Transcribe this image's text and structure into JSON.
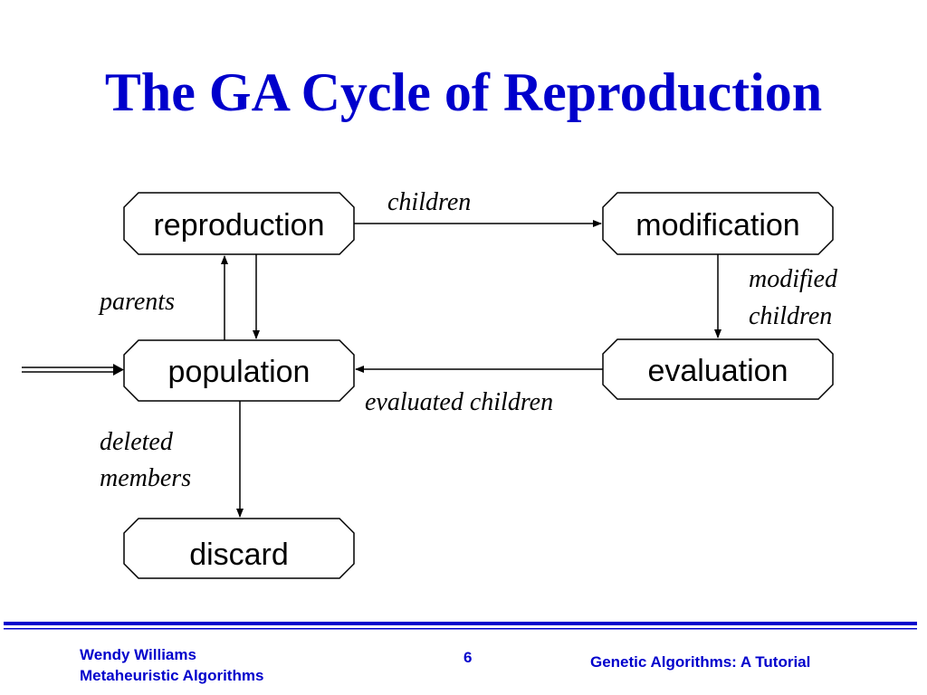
{
  "slide": {
    "title": "The GA Cycle of Reproduction",
    "accent_color": "#0000cc",
    "line_color": "#000000"
  },
  "nodes": {
    "reproduction": "reproduction",
    "modification": "modification",
    "population": "population",
    "evaluation": "evaluation",
    "discard": "discard"
  },
  "edges": {
    "children": "children",
    "modified_children": [
      "modified",
      "children"
    ],
    "parents": "parents",
    "evaluated_children": "evaluated children",
    "deleted_members": [
      "deleted",
      "members"
    ]
  },
  "footer": {
    "author": "Wendy Williams",
    "course": "Metaheuristic Algorithms",
    "page_number": "6",
    "topic": "Genetic Algorithms: A Tutorial"
  }
}
